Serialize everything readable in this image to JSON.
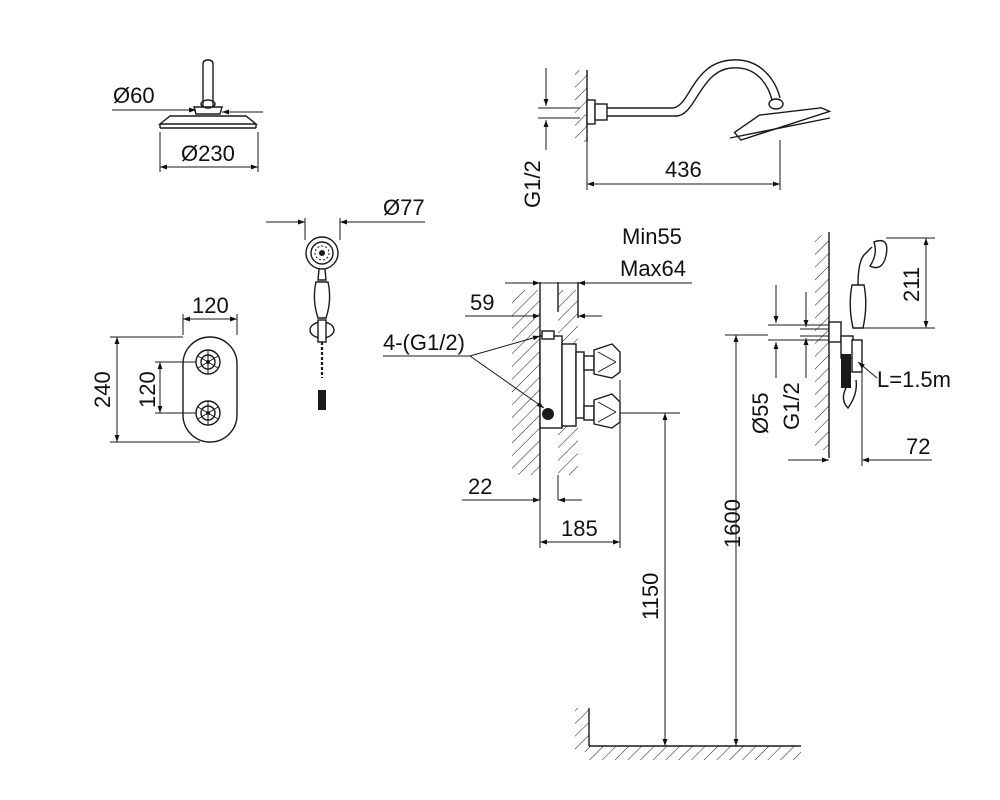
{
  "views": {
    "shower_head_top": {
      "inner_diameter": "Ø60",
      "outer_diameter": "Ø230"
    },
    "shower_arm_side": {
      "thread": "G1/2",
      "reach": "436"
    },
    "hand_shower": {
      "head_diameter": "Ø77"
    },
    "valve_front": {
      "width": "120",
      "height": "240",
      "handle_spacing": "120"
    },
    "valve_section": {
      "depth_min": "Min55",
      "depth_max": "Max64",
      "offset": "59",
      "connections": "4-(G1/2)",
      "wall_offset": "22",
      "projection": "185",
      "height_from_floor": "1150"
    },
    "hand_shower_holder": {
      "holder_height": "211",
      "hose_length": "L=1.5m",
      "outlet_diameter": "Ø55",
      "thread": "G1/2",
      "projection": "72",
      "height_from_floor": "1600"
    }
  }
}
